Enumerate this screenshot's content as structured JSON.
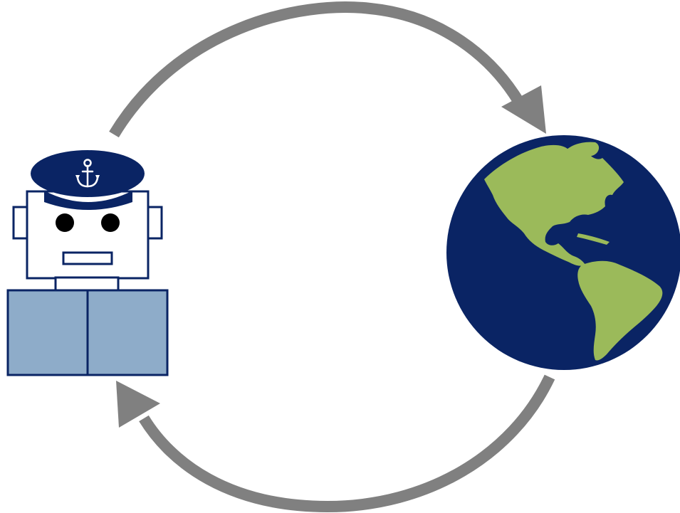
{
  "diagram": {
    "nodes": [
      {
        "id": "agent",
        "icon": "robot-captain-icon"
      },
      {
        "id": "environment",
        "icon": "globe-americas-icon"
      }
    ],
    "edges": [
      {
        "from": "agent",
        "to": "environment",
        "icon": "arrow-top-arc"
      },
      {
        "from": "environment",
        "to": "agent",
        "icon": "arrow-bottom-arc"
      }
    ],
    "labels": []
  },
  "colors": {
    "navy": "#0a2464",
    "arrow_gray": "#808080",
    "robot_body_blue": "#8eacc9",
    "land_green": "#9bba5a",
    "white": "#ffffff",
    "black": "#000000"
  }
}
